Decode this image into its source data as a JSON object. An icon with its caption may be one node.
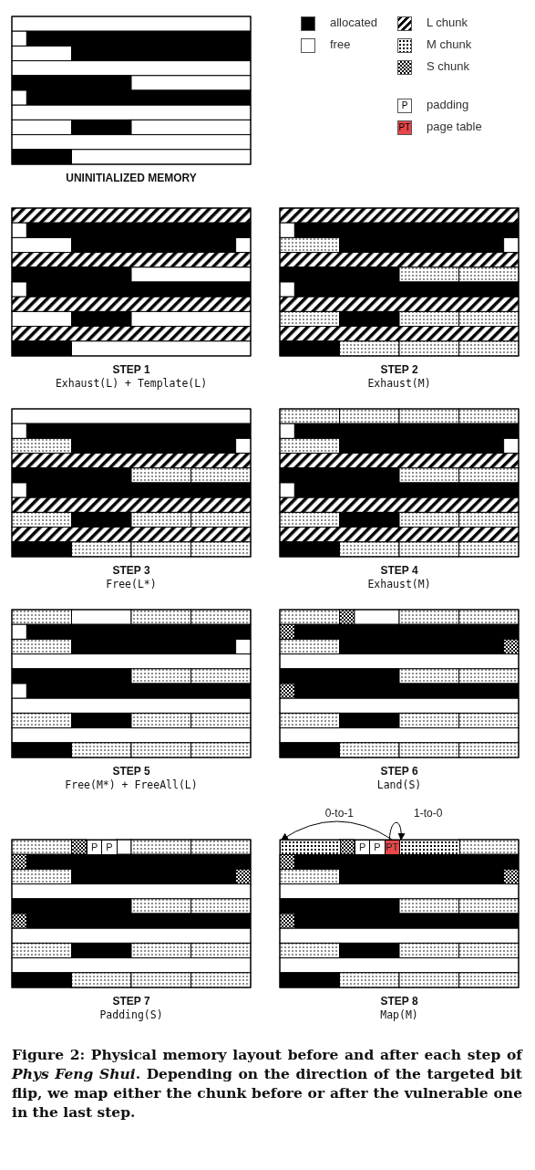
{
  "diagram": {
    "caption": "Figure 2: Physical memory layout before and after each step of *Phys Feng Shui*. Depending on the direction of the targeted bit flip, we map either the chunk before or after the vulnerable one in the last step.",
    "nodes": [
      {
        "text": [
          "UNINITIALIZED MEMORY"
        ]
      },
      {
        "text": [
          "STEP 1",
          "Exhaust(L) + Template(L)"
        ]
      },
      {
        "text": [
          "STEP 2",
          "Exhaust(M)"
        ]
      },
      {
        "text": [
          "STEP 3",
          "Free(L*)"
        ]
      },
      {
        "text": [
          "STEP 4",
          "Exhaust(M)"
        ]
      },
      {
        "text": [
          "STEP 5",
          "Free(M*) + FreeAll(L)"
        ]
      },
      {
        "text": [
          "STEP 6",
          "Land(S)"
        ]
      },
      {
        "text": [
          "STEP 7",
          "Padding(S)"
        ]
      },
      {
        "text": [
          "STEP 8",
          "Map(M)"
        ]
      },
      {
        "text": [
          "P"
        ],
        "in": 7
      },
      {
        "text": [
          "P"
        ],
        "in": 7
      },
      {
        "text": [
          "P"
        ],
        "in": 8
      },
      {
        "text": [
          "P"
        ],
        "in": 8
      },
      {
        "text": [
          "PT"
        ],
        "in": 8
      },
      {
        "text": [],
        "shape": "box",
        "in": 8
      },
      {
        "text": [],
        "shape": "box",
        "in": 8
      }
    ],
    "edges": [
      {
        "from": 13,
        "to": 14,
        "arrow": "to",
        "label": "0-to-1"
      },
      {
        "from": 13,
        "to": 15,
        "arrow": "to",
        "label": "1-to-0"
      }
    ],
    "labels": [
      "P",
      "PT"
    ],
    "legend": [
      {
        "text": "allocated",
        "color": "#000000"
      },
      {
        "text": "free",
        "color": "#ffffff"
      },
      {
        "text": "L chunk"
      },
      {
        "text": "M chunk"
      },
      {
        "text": "S chunk"
      },
      {
        "text": "padding"
      },
      {
        "text": "page table",
        "color": "#e8474b"
      }
    ]
  }
}
